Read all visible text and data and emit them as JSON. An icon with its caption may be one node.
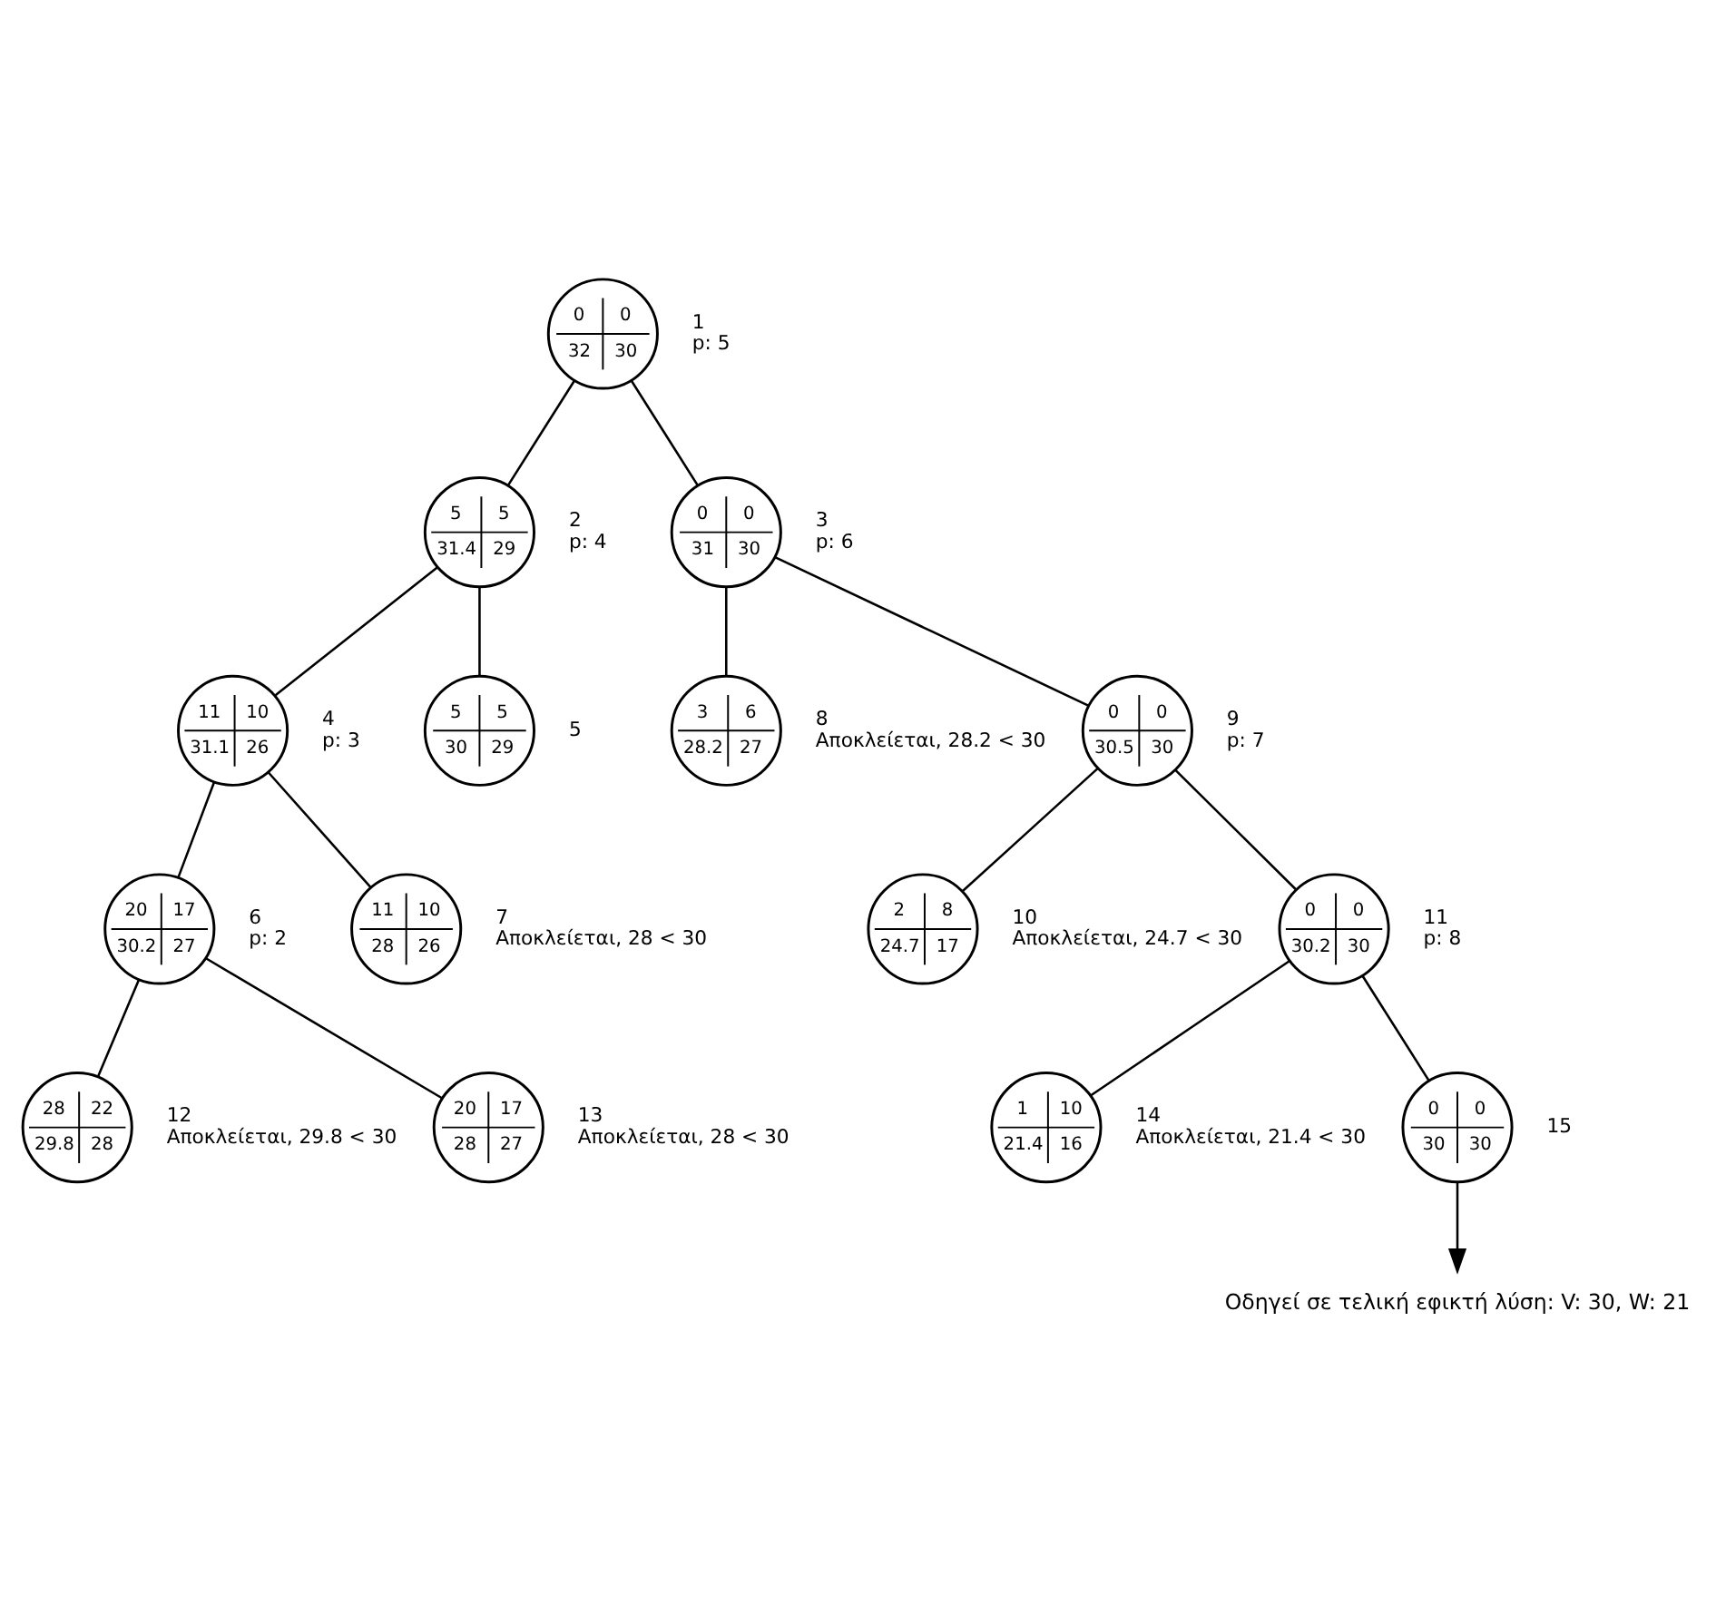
{
  "diagram": {
    "nodes": [
      {
        "text": [
          "0",
          "0",
          "32",
          "30"
        ],
        "beside": [
          "1",
          "p: 5"
        ]
      },
      {
        "text": [
          "5",
          "5",
          "31.4",
          "29"
        ],
        "beside": [
          "2",
          "p: 4"
        ]
      },
      {
        "text": [
          "0",
          "0",
          "31",
          "30"
        ],
        "beside": [
          "3",
          "p: 6"
        ]
      },
      {
        "text": [
          "11",
          "10",
          "31.1",
          "26"
        ],
        "beside": [
          "4",
          "p: 3"
        ]
      },
      {
        "text": [
          "5",
          "5",
          "30",
          "29"
        ],
        "beside": [
          "5"
        ]
      },
      {
        "text": [
          "3",
          "6",
          "28.2",
          "27"
        ],
        "beside": [
          "8",
          "Αποκλείεται, 28.2 < 30"
        ]
      },
      {
        "text": [
          "0",
          "0",
          "30.5",
          "30"
        ],
        "beside": [
          "9",
          "p: 7"
        ]
      },
      {
        "text": [
          "20",
          "17",
          "30.2",
          "27"
        ],
        "beside": [
          "6",
          "p: 2"
        ]
      },
      {
        "text": [
          "11",
          "10",
          "28",
          "26"
        ],
        "beside": [
          "7",
          "Αποκλείεται, 28 < 30"
        ]
      },
      {
        "text": [
          "2",
          "8",
          "24.7",
          "17"
        ],
        "beside": [
          "10",
          "Αποκλείεται, 24.7 < 30"
        ]
      },
      {
        "text": [
          "0",
          "0",
          "30.2",
          "30"
        ],
        "beside": [
          "11",
          "p: 8"
        ]
      },
      {
        "text": [
          "28",
          "22",
          "29.8",
          "28"
        ],
        "beside": [
          "12",
          "Αποκλείεται, 29.8 < 30"
        ]
      },
      {
        "text": [
          "20",
          "17",
          "28",
          "27"
        ],
        "beside": [
          "13",
          "Αποκλείεται, 28 < 30"
        ]
      },
      {
        "text": [
          "1",
          "10",
          "21.4",
          "16"
        ],
        "beside": [
          "14",
          "Αποκλείεται, 21.4 < 30"
        ]
      },
      {
        "text": [
          "0",
          "0",
          "30",
          "30"
        ],
        "beside": [
          "15"
        ]
      },
      {
        "text": [
          "Οδηγεί σε τελική εφικτή λύση: V: 30, W: 21"
        ]
      }
    ],
    "edges": [
      {
        "from": 0,
        "to": 1,
        "arrow": "none"
      },
      {
        "from": 0,
        "to": 2,
        "arrow": "none"
      },
      {
        "from": 1,
        "to": 3,
        "arrow": "none"
      },
      {
        "from": 1,
        "to": 4,
        "arrow": "none"
      },
      {
        "from": 2,
        "to": 5,
        "arrow": "none"
      },
      {
        "from": 2,
        "to": 6,
        "arrow": "none"
      },
      {
        "from": 3,
        "to": 7,
        "arrow": "none"
      },
      {
        "from": 3,
        "to": 8,
        "arrow": "none"
      },
      {
        "from": 6,
        "to": 9,
        "arrow": "none"
      },
      {
        "from": 6,
        "to": 10,
        "arrow": "none"
      },
      {
        "from": 7,
        "to": 11,
        "arrow": "none"
      },
      {
        "from": 7,
        "to": 12,
        "arrow": "none"
      },
      {
        "from": 10,
        "to": 13,
        "arrow": "none"
      },
      {
        "from": 10,
        "to": 14,
        "arrow": "none"
      },
      {
        "from": 14,
        "to": 15,
        "arrow": "to"
      }
    ]
  }
}
